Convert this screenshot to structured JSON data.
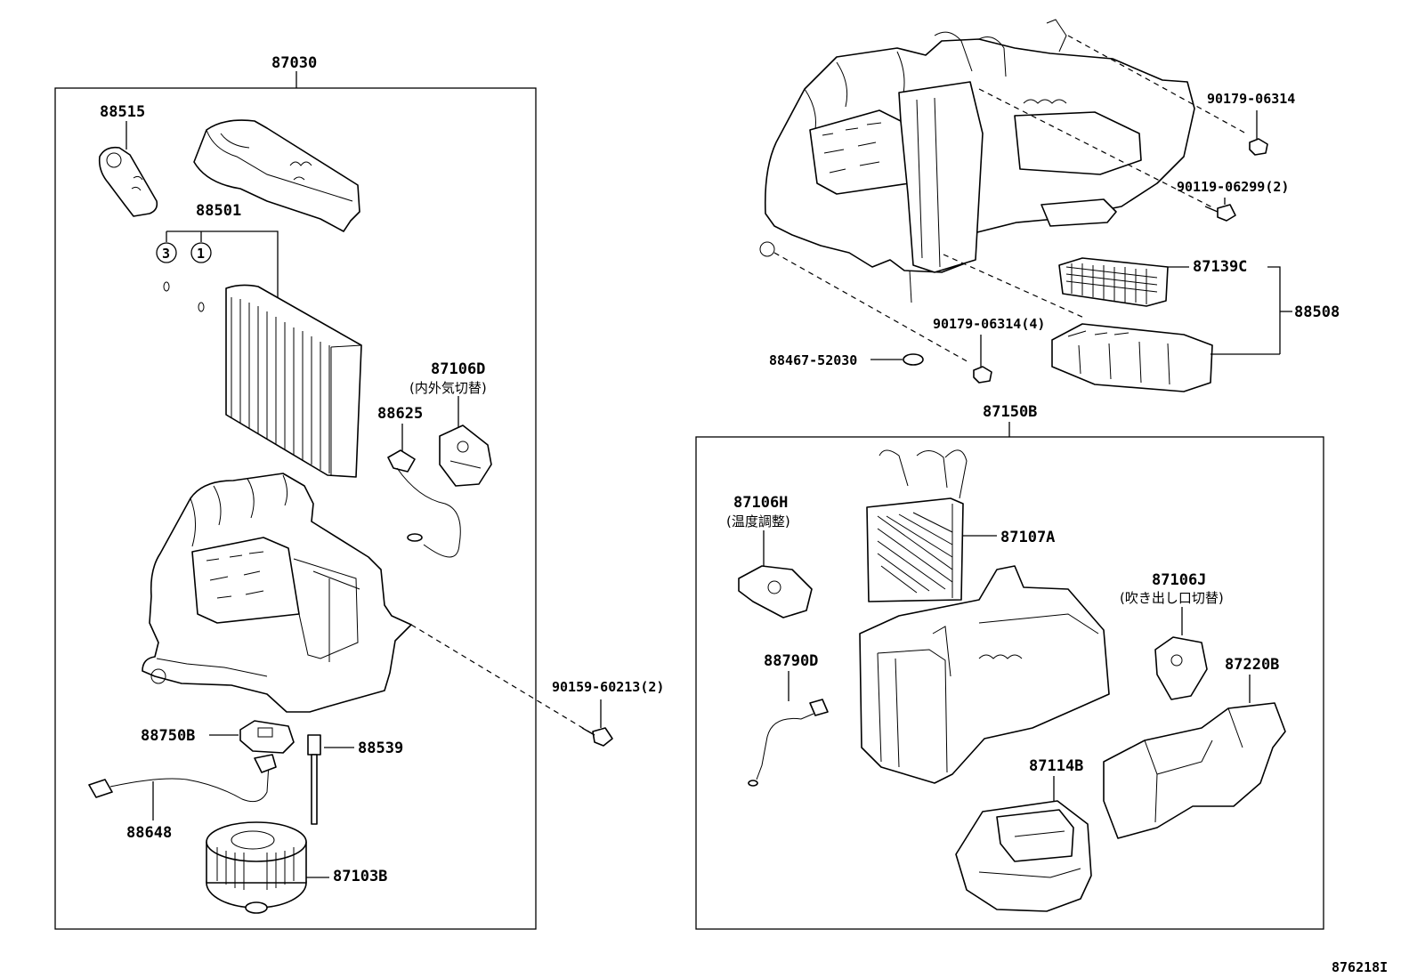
{
  "diagram": {
    "corner_code": "876218I",
    "assemblies": {
      "left_unit": "87030",
      "right_unit": "87150B",
      "filter_set": "88508"
    },
    "parts": {
      "p88515": "88515",
      "p88501": "88501",
      "circle3": "3",
      "circle1": "1",
      "p87106D": "87106D",
      "p87106D_note": "(内外気切替)",
      "p88625": "88625",
      "p90159": "90159-60213(2)",
      "p88750B": "88750B",
      "p88539": "88539",
      "p88648": "88648",
      "p87103B": "87103B",
      "p90179a": "90179-06314",
      "p90119": "90119-06299(2)",
      "p87139C": "87139C",
      "p90179b": "90179-06314(4)",
      "p88467": "88467-52030",
      "p87106H": "87106H",
      "p87106H_note": "(温度調整)",
      "p87107A": "87107A",
      "p87106J": "87106J",
      "p87106J_note": "(吹き出し口切替)",
      "p88790D": "88790D",
      "p87220B": "87220B",
      "p87114B": "87114B"
    }
  }
}
